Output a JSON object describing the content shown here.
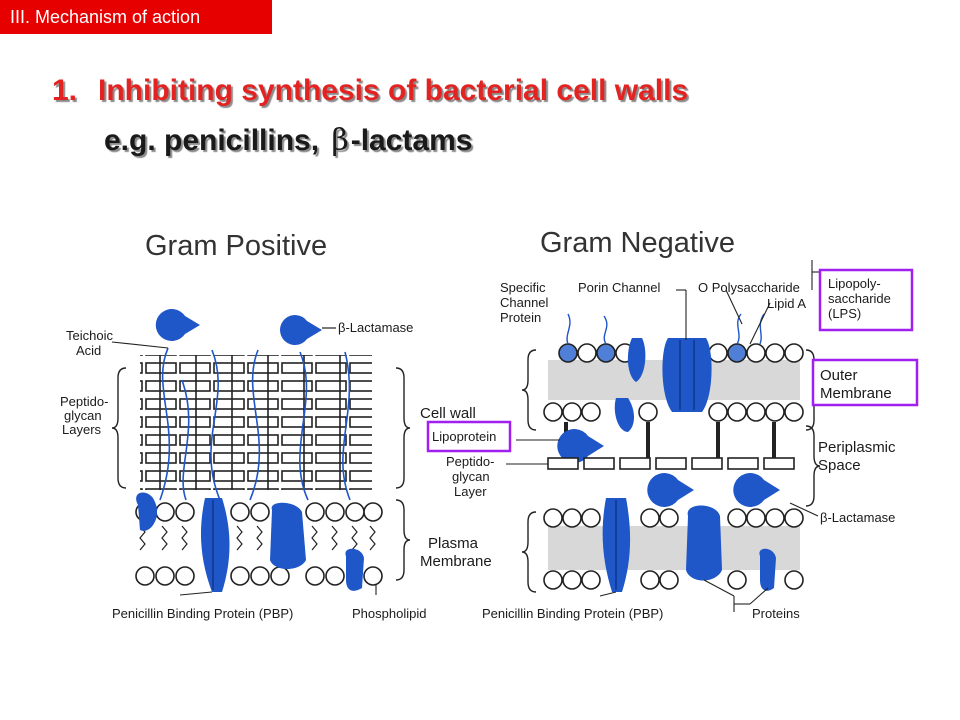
{
  "header": {
    "section_tag": "III. Mechanism  of action",
    "title_number": "1.",
    "title_text": "Inhibiting synthesis of bacterial cell walls",
    "subtitle_prefix": "e.g. penicillins, ",
    "subtitle_beta": "β",
    "subtitle_suffix": "-lactams"
  },
  "diagram": {
    "gram_positive": {
      "heading": "Gram Positive",
      "teichoic_1": "Teichoic",
      "teichoic_2": "Acid",
      "peptidoglycan_1": "Peptido-",
      "peptidoglycan_2": "glycan",
      "peptidoglycan_3": "Layers",
      "beta_lactamase": "β-Lactamase",
      "pbp": "Penicillin Binding Protein (PBP)",
      "phospholipid": "Phospholipid"
    },
    "center": {
      "cell_wall": "Cell wall",
      "plasma_1": "Plasma",
      "plasma_2": "Membrane"
    },
    "gram_negative": {
      "heading": "Gram Negative",
      "specific_1": "Specific",
      "specific_2": "Channel",
      "specific_3": "Protein",
      "porin": "Porin Channel",
      "o_poly": "O Polysaccharide",
      "lipid_a": "Lipid A",
      "lps_1": "Lipopoly-",
      "lps_2": "saccharide",
      "lps_3": "(LPS)",
      "outer_1": "Outer",
      "outer_2": "Membrane",
      "lipoprotein": "Lipoprotein",
      "periplasmic_1": "Periplasmic",
      "periplasmic_2": "Space",
      "peptido_1": "Peptido-",
      "peptido_2": "glycan",
      "peptido_3": "Layer",
      "beta_lactamase": "β-Lactamase",
      "pbp": "Penicillin Binding Protein (PBP)",
      "proteins": "Proteins"
    },
    "colors": {
      "protein": "#1f56c8",
      "highlight_box": "#a020f0",
      "line": "#1a1a1a"
    }
  }
}
